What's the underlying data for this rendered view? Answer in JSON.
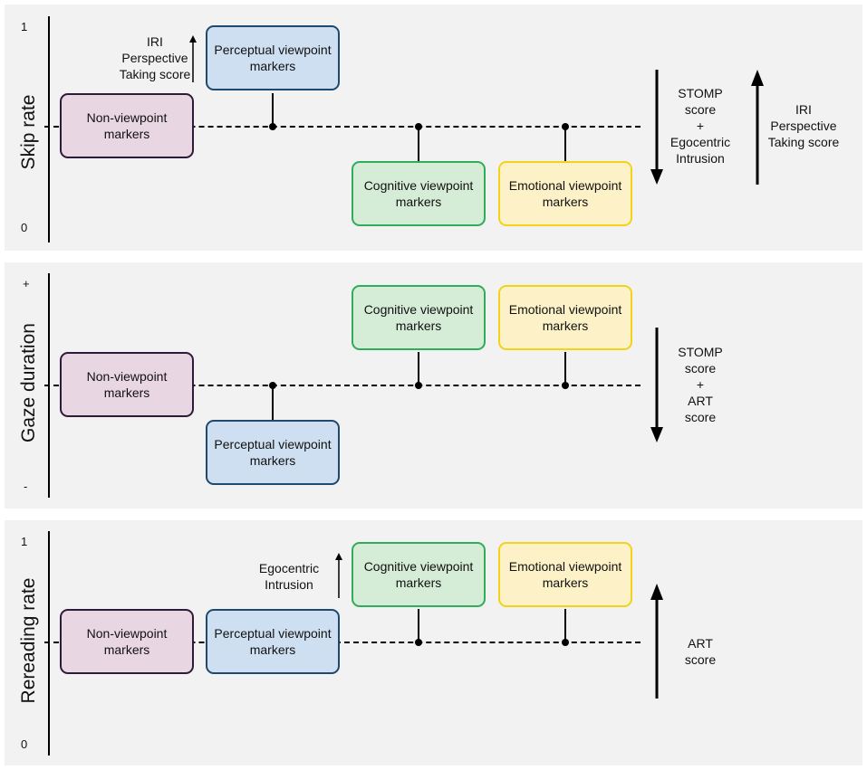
{
  "panels": [
    {
      "axis_label": "Skip rate",
      "tick_top": "1",
      "tick_bottom": "0",
      "boxes": {
        "non_viewpoint": "Non-viewpoint markers",
        "perceptual": "Perceptual viewpoint markers",
        "cognitive": "Cognitive viewpoint markers",
        "emotional": "Emotional viewpoint markers"
      },
      "small_annotation": "IRI\nPerspective\nTaking score",
      "right_annotation_1": "STOMP\nscore\n+\nEgocentric\nIntrusion",
      "right_annotation_2": "IRI\nPerspective\nTaking score"
    },
    {
      "axis_label": "Gaze duration",
      "tick_top": "+",
      "tick_bottom": "-",
      "boxes": {
        "non_viewpoint": "Non-viewpoint markers",
        "perceptual": "Perceptual viewpoint markers",
        "cognitive": "Cognitive viewpoint markers",
        "emotional": "Emotional viewpoint markers"
      },
      "right_annotation_1": "STOMP\nscore\n+\nART\nscore"
    },
    {
      "axis_label": "Rereading rate",
      "tick_top": "1",
      "tick_bottom": "0",
      "boxes": {
        "non_viewpoint": "Non-viewpoint markers",
        "perceptual": "Perceptual viewpoint markers",
        "cognitive": "Cognitive viewpoint markers",
        "emotional": "Emotional viewpoint markers"
      },
      "small_annotation": "Egocentric\nIntrusion",
      "right_annotation_1": "ART\nscore"
    }
  ]
}
